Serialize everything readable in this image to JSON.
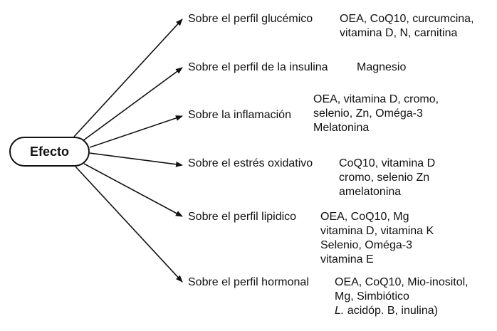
{
  "root": {
    "label": "Efecto"
  },
  "branches": [
    {
      "label": "Sobre el perfil glucémico",
      "items": [
        "OEA, CoQ10, curcumcina,",
        "vitamina D, N, carnitina"
      ]
    },
    {
      "label": "Sobre el perfil de la insulina",
      "items": [
        "Magnesio"
      ]
    },
    {
      "label": "Sobre la inflamación",
      "items": [
        "OEA, vitamina D, cromo,",
        "selenio, Zn, Oméga-3",
        "Melatonina"
      ]
    },
    {
      "label": "Sobre el estrés oxidativo",
      "items": [
        "CoQ10, vitamina D",
        "cromo, selenio Zn",
        "amelatonina"
      ]
    },
    {
      "label": "Sobre el perfil lipidico",
      "items": [
        "OEA, CoQ10, Mg",
        "vitamina D, vitamina K",
        "Selenio, Oméga-3",
        "vitamina E"
      ]
    },
    {
      "label": "Sobre el perfil hormonal",
      "items": [
        "OEA, CoQ10, Mio-inositol,",
        "Mg, Simbiótico",
        "acidóp. B, inulina)"
      ],
      "italic_prefix": "L."
    }
  ]
}
